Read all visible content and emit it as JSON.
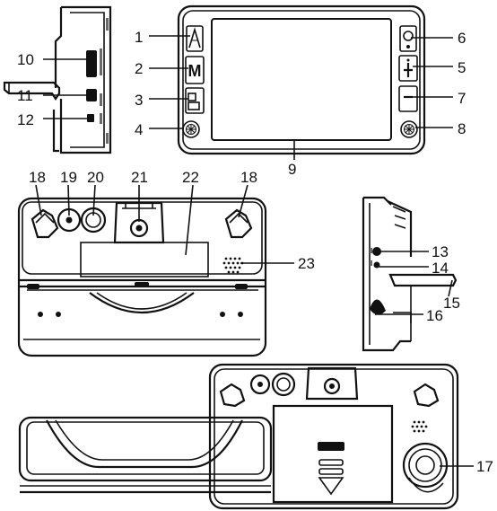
{
  "callouts": [
    {
      "id": "1",
      "text": "1"
    },
    {
      "id": "2",
      "text": "2"
    },
    {
      "id": "3",
      "text": "3"
    },
    {
      "id": "4",
      "text": "4"
    },
    {
      "id": "5",
      "text": "5"
    },
    {
      "id": "6",
      "text": "6"
    },
    {
      "id": "7",
      "text": "7"
    },
    {
      "id": "8",
      "text": "8"
    },
    {
      "id": "9",
      "text": "9"
    },
    {
      "id": "10",
      "text": "10"
    },
    {
      "id": "11",
      "text": "11"
    },
    {
      "id": "12",
      "text": "12"
    },
    {
      "id": "13",
      "text": "13"
    },
    {
      "id": "14",
      "text": "14"
    },
    {
      "id": "15",
      "text": "15"
    },
    {
      "id": "16",
      "text": "16"
    },
    {
      "id": "17",
      "text": "17"
    },
    {
      "id": "18a",
      "text": "18"
    },
    {
      "id": "18b",
      "text": "18"
    },
    {
      "id": "19",
      "text": "19"
    },
    {
      "id": "20",
      "text": "20"
    },
    {
      "id": "21",
      "text": "21"
    },
    {
      "id": "22",
      "text": "22"
    },
    {
      "id": "23",
      "text": "23"
    }
  ],
  "button_glyphs": {
    "mode": "M"
  }
}
